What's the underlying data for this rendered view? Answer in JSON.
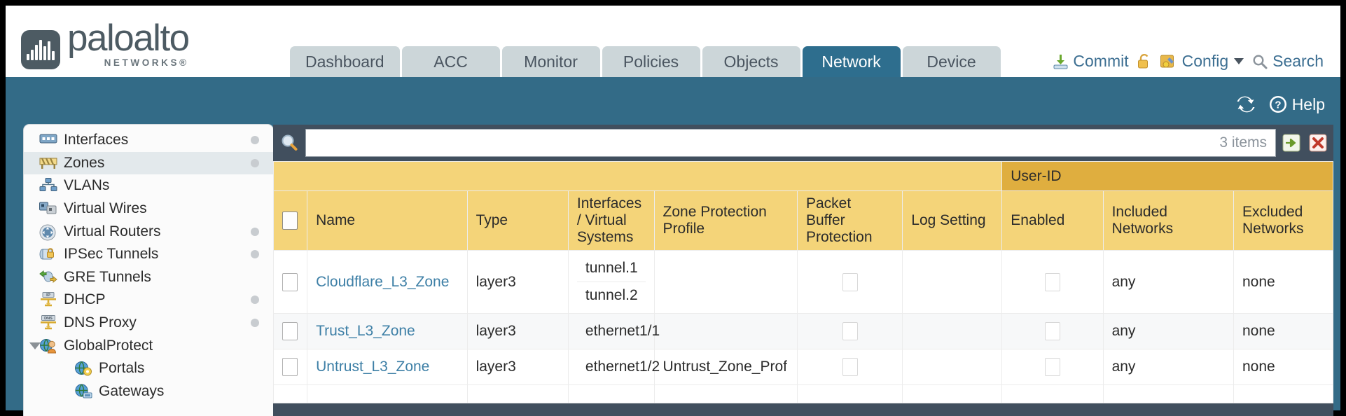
{
  "brand": {
    "name": "paloalto",
    "tagline": "NETWORKS®",
    "logo_icon": "paloalto-logo-icon"
  },
  "nav_tabs": [
    {
      "label": "Dashboard",
      "active": false
    },
    {
      "label": "ACC",
      "active": false
    },
    {
      "label": "Monitor",
      "active": false
    },
    {
      "label": "Policies",
      "active": false
    },
    {
      "label": "Objects",
      "active": false
    },
    {
      "label": "Network",
      "active": true
    },
    {
      "label": "Device",
      "active": false
    }
  ],
  "top_actions": {
    "commit": "Commit",
    "commit_icon": "commit-download-icon",
    "lock_icon": "padlock-icon",
    "config": "Config",
    "config_icon": "config-wrench-icon",
    "search": "Search",
    "search_icon": "search-magnifier-icon"
  },
  "band_actions": {
    "refresh_icon": "refresh-icon",
    "help": "Help",
    "help_icon": "help-question-icon"
  },
  "sidebar": {
    "items": [
      {
        "label": "Interfaces",
        "icon": "interfaces-icon",
        "selected": false,
        "dot": true,
        "child": false,
        "expander": false
      },
      {
        "label": "Zones",
        "icon": "zones-icon",
        "selected": true,
        "dot": true,
        "child": false,
        "expander": false
      },
      {
        "label": "VLANs",
        "icon": "vlans-icon",
        "selected": false,
        "dot": false,
        "child": false,
        "expander": false
      },
      {
        "label": "Virtual Wires",
        "icon": "virtual-wires-icon",
        "selected": false,
        "dot": false,
        "child": false,
        "expander": false
      },
      {
        "label": "Virtual Routers",
        "icon": "virtual-routers-icon",
        "selected": false,
        "dot": true,
        "child": false,
        "expander": false
      },
      {
        "label": "IPSec Tunnels",
        "icon": "ipsec-tunnels-icon",
        "selected": false,
        "dot": true,
        "child": false,
        "expander": false
      },
      {
        "label": "GRE Tunnels",
        "icon": "gre-tunnels-icon",
        "selected": false,
        "dot": false,
        "child": false,
        "expander": false
      },
      {
        "label": "DHCP",
        "icon": "dhcp-icon",
        "selected": false,
        "dot": true,
        "child": false,
        "expander": false
      },
      {
        "label": "DNS Proxy",
        "icon": "dns-proxy-icon",
        "selected": false,
        "dot": true,
        "child": false,
        "expander": false
      },
      {
        "label": "GlobalProtect",
        "icon": "globalprotect-icon",
        "selected": false,
        "dot": false,
        "child": false,
        "expander": true
      },
      {
        "label": "Portals",
        "icon": "portals-icon",
        "selected": false,
        "dot": false,
        "child": true,
        "expander": false
      },
      {
        "label": "Gateways",
        "icon": "gateways-icon",
        "selected": false,
        "dot": false,
        "child": true,
        "expander": false
      }
    ]
  },
  "search": {
    "value": "",
    "placeholder": "",
    "items_count": "3 items",
    "apply_icon": "apply-filter-arrow-icon",
    "clear_icon": "clear-filter-x-icon",
    "magnifier_icon": "search-magnifier-icon"
  },
  "table": {
    "group_header": "User-ID",
    "columns": [
      "Name",
      "Type",
      "Interfaces / Virtual Systems",
      "Zone Protection Profile",
      "Packet Buffer Protection",
      "Log Setting",
      "Enabled",
      "Included Networks",
      "Excluded Networks"
    ],
    "rows": [
      {
        "selected": false,
        "name": "Cloudflare_L3_Zone",
        "type": "layer3",
        "interfaces": [
          "tunnel.1",
          "tunnel.2"
        ],
        "zone_protection_profile": "",
        "packet_buffer_protection": false,
        "log_setting": "",
        "userid_enabled": false,
        "included_networks": "any",
        "excluded_networks": "none"
      },
      {
        "selected": false,
        "name": "Trust_L3_Zone",
        "type": "layer3",
        "interfaces": [
          "ethernet1/1"
        ],
        "zone_protection_profile": "",
        "packet_buffer_protection": false,
        "log_setting": "",
        "userid_enabled": false,
        "included_networks": "any",
        "excluded_networks": "none"
      },
      {
        "selected": false,
        "name": "Untrust_L3_Zone",
        "type": "layer3",
        "interfaces": [
          "ethernet1/2"
        ],
        "zone_protection_profile": "Untrust_Zone_Prof",
        "packet_buffer_protection": false,
        "log_setting": "",
        "userid_enabled": false,
        "included_networks": "any",
        "excluded_networks": "none"
      }
    ]
  },
  "colors": {
    "brand_blue": "#336b87",
    "tab_active": "#2e6e8e",
    "tab_inactive": "#ccd6d9",
    "table_header": "#f4d479",
    "group_header": "#dfae3f",
    "toolbar_dark": "#414f5e",
    "link": "#3d7fa6"
  }
}
